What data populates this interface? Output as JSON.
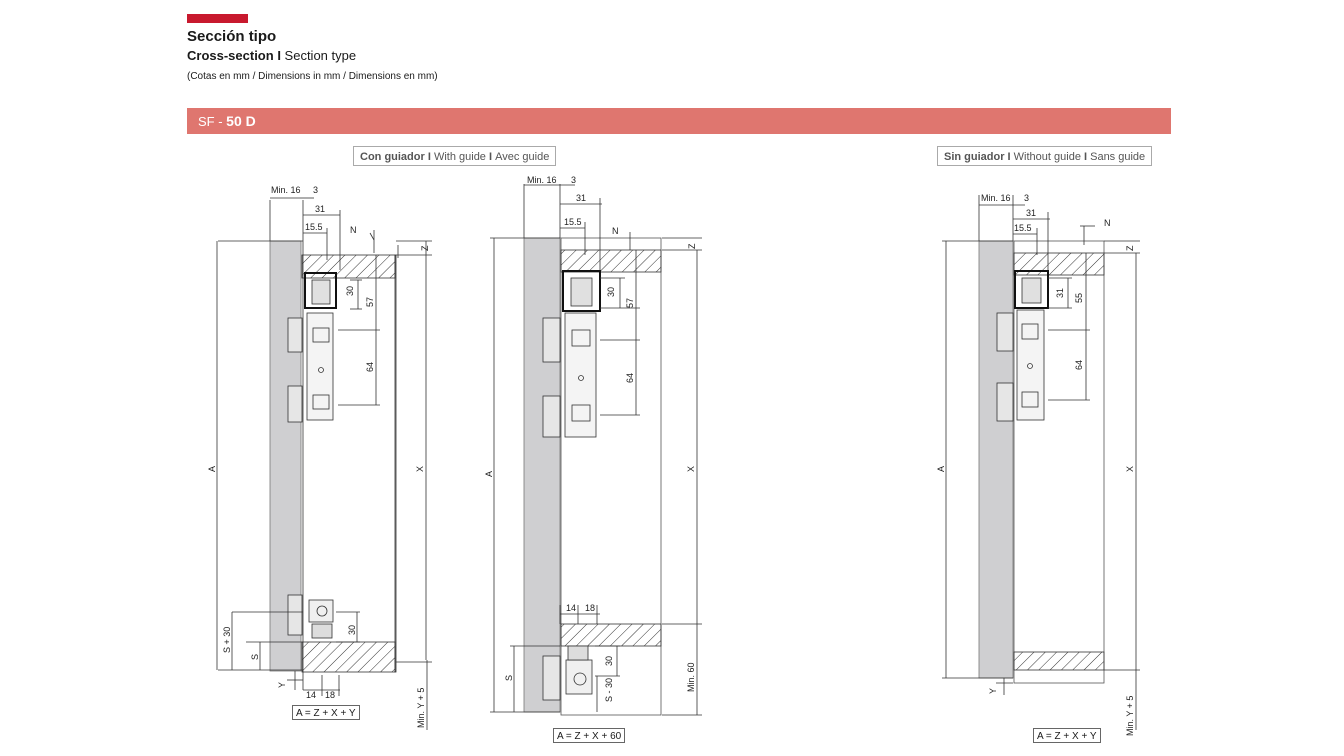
{
  "header": {
    "title": "Sección tipo",
    "subtitle_bold": "Cross-section",
    "subtitle_sep": " I ",
    "subtitle_rest": "Section type",
    "note": "(Cotas en mm / Dimensions in mm / Dimensions en mm)"
  },
  "band": {
    "prefix": "SF - ",
    "model": "50 D",
    "color": "#df766f"
  },
  "accent_color": "#c8192e",
  "tags": {
    "with_guide": {
      "bold": "Con guiador",
      "sep1": " I ",
      "t1": "With guide",
      "sep2": " I ",
      "t2": "Avec guide"
    },
    "without_guide": {
      "bold": "Sin guiador",
      "sep1": " I ",
      "t1": "Without guide",
      "sep2": " I ",
      "t2": "Sans guide"
    }
  },
  "diagram1": {
    "min16": "Min. 16",
    "d3": "3",
    "d31": "31",
    "d155": "15.5",
    "N": "N",
    "Z": "Z",
    "d30": "30",
    "d57": "57",
    "d64": "64",
    "A": "A",
    "X": "X",
    "s30": "S + 30",
    "S": "S",
    "Y": "Y",
    "d14": "14",
    "d18": "18",
    "d30b": "30",
    "miny5": "Min. Y + 5",
    "formula": "A = Z + X + Y"
  },
  "diagram2": {
    "min16": "Min. 16",
    "d3": "3",
    "d31": "31",
    "d155": "15.5",
    "N": "N",
    "Z": "Z",
    "d30": "30",
    "d57": "57",
    "d64": "64",
    "A": "A",
    "X": "X",
    "d14": "14",
    "d18": "18",
    "S": "S",
    "s30": "S - 30",
    "d30b": "30",
    "min60": "Min. 60",
    "formula": "A = Z + X + 60"
  },
  "diagram3": {
    "min16": "Min. 16",
    "d3": "3",
    "d31": "31",
    "d155": "15.5",
    "N": "N",
    "Z": "Z",
    "d31b": "31",
    "d55": "55",
    "d64": "64",
    "A": "A",
    "X": "X",
    "Y": "Y",
    "miny5": "Min. Y + 5",
    "formula": "A = Z + X + Y"
  }
}
